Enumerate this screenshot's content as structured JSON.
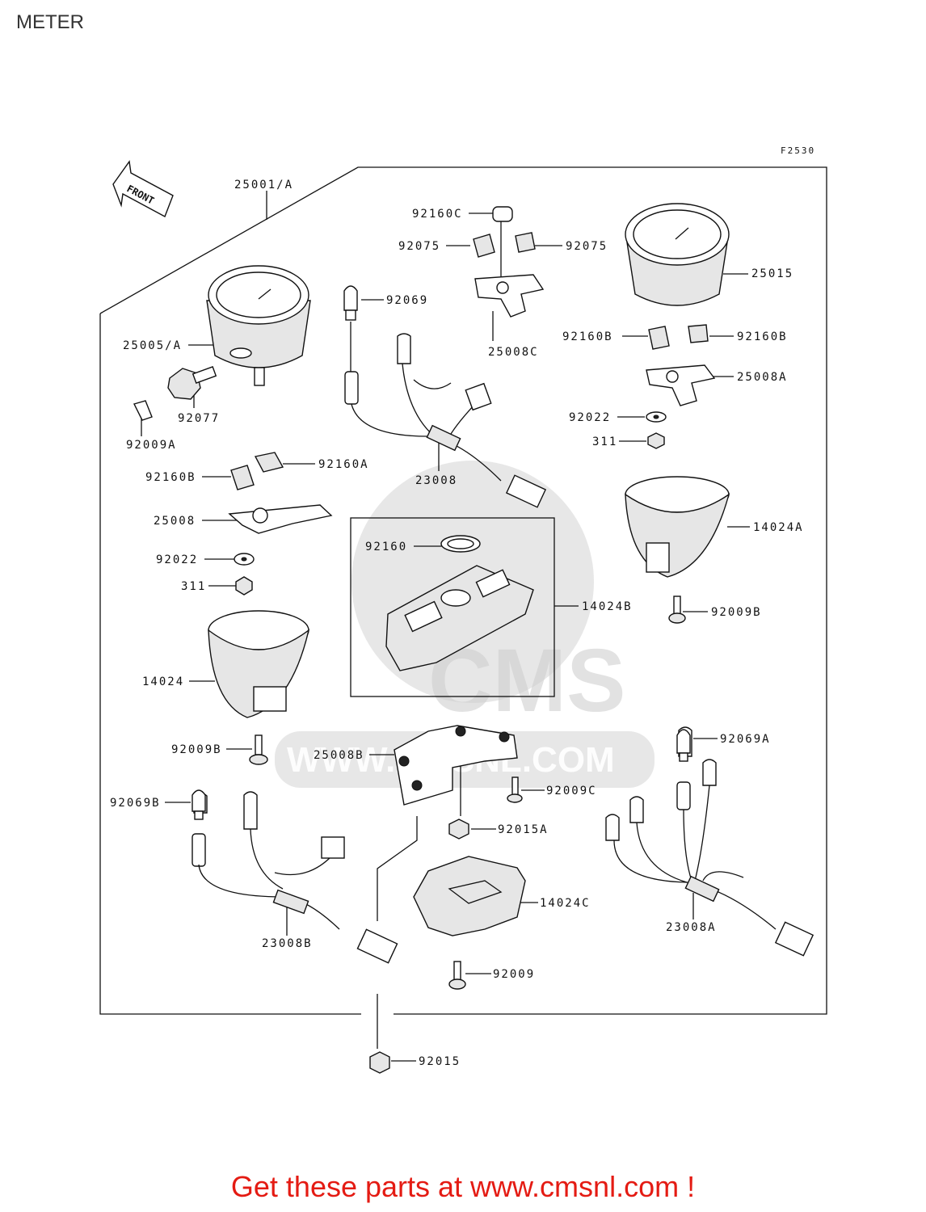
{
  "page_title": "METER",
  "figure_code": "F2530",
  "front_label": "FRONT",
  "watermark": {
    "brand": "CMS",
    "site": "WWW.CMSNL.COM"
  },
  "part_labels": {
    "p25001A": "25001/A",
    "p92160C": "92160C",
    "p92075L": "92075",
    "p92075R": "92075",
    "p25015": "25015",
    "p92069": "92069",
    "p25008C": "25008C",
    "p25005A": "25005/A",
    "p92160BR": "92160B",
    "p92160BR2": "92160B",
    "p25008A": "25008A",
    "p92077": "92077",
    "p92022R": "92022",
    "p92009A": "92009A",
    "p311R": "311",
    "p23008": "23008",
    "p92160BL": "92160B",
    "p92160A": "92160A",
    "p14024A": "14024A",
    "p25008": "25008",
    "p92160": "92160",
    "p92022L": "92022",
    "p311L": "311",
    "p14024B": "14024B",
    "p92009BR": "92009B",
    "p14024": "14024",
    "p92009BL": "92009B",
    "p92069A": "92069A",
    "p25008B": "25008B",
    "p92009C": "92009C",
    "p92069B": "92069B",
    "p92015A": "92015A",
    "p14024C": "14024C",
    "p23008B": "23008B",
    "p23008A": "23008A",
    "p92009": "92009",
    "p92015": "92015"
  },
  "footer_text": "Get these parts at www.cmsnl.com !"
}
